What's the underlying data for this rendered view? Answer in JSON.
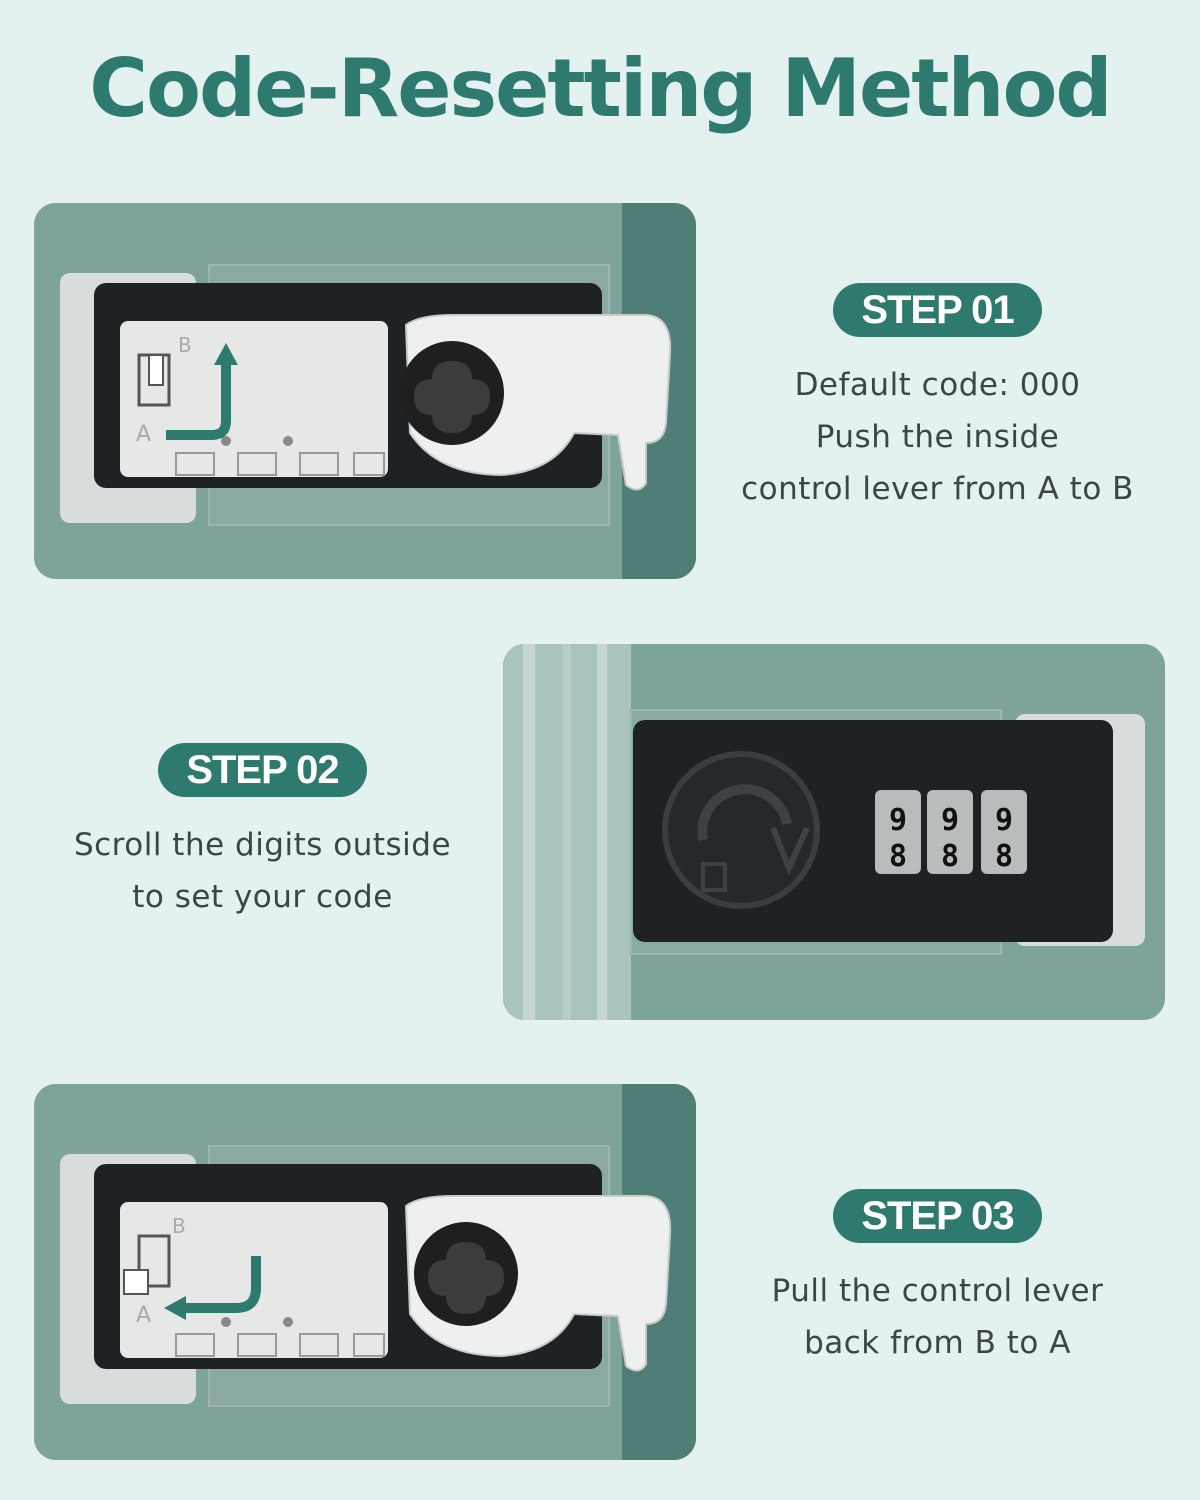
{
  "title": "Code-Resetting Method",
  "steps": [
    {
      "badge": "STEP 01",
      "lines": [
        "Default code: 000",
        "Push the inside",
        "control lever from A to B"
      ],
      "photo": {
        "label_a": "A",
        "label_b": "B",
        "arrow_direction": "A to B"
      }
    },
    {
      "badge": "STEP 02",
      "lines": [
        "Scroll the digits outside",
        "to set your code"
      ],
      "photo": {
        "digits_top": [
          "9",
          "9",
          "9"
        ],
        "digits_bottom": [
          "8",
          "8",
          "8"
        ]
      }
    },
    {
      "badge": "STEP 03",
      "lines": [
        "Pull the control lever",
        "back from B to A"
      ],
      "photo": {
        "label_a": "A",
        "label_b": "B",
        "arrow_direction": "B to A"
      }
    }
  ],
  "colors": {
    "background": "#e3f1f1",
    "accent": "#2f7a6e",
    "text": "#3d4546",
    "photo_bg": "#7ea39c",
    "lock_body": "#1f2224"
  }
}
